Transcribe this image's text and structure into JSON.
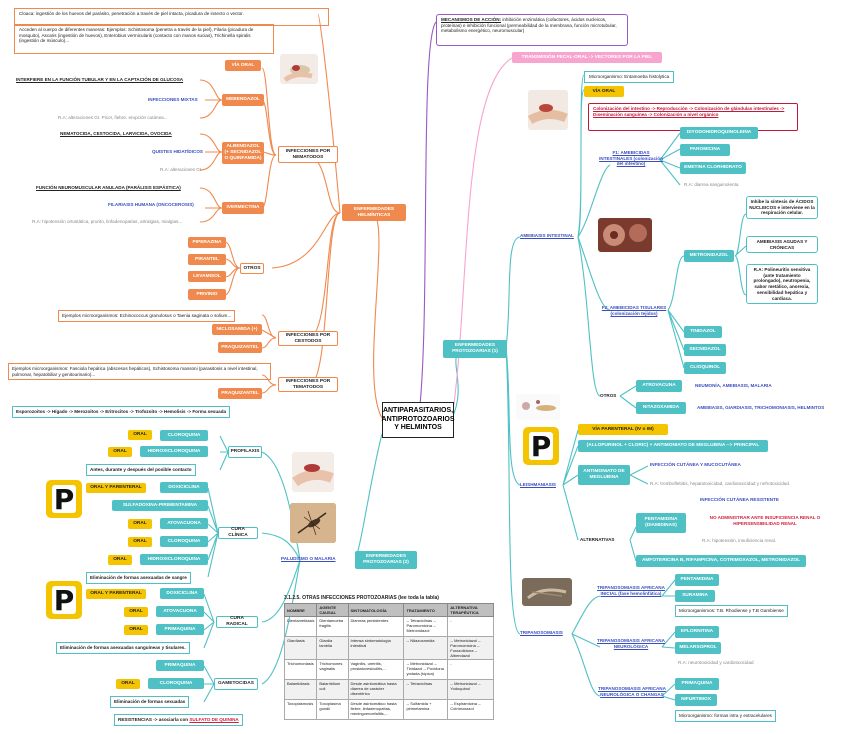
{
  "central": "ANTIPARASITARIOS, ANTIPROTOZOARIOS Y HELMINTOS",
  "colors": {
    "helmint": "#f0894e",
    "protozoa": "#4fc1c5",
    "accent_yellow": "#f5c400",
    "pink": "#f7a4cf",
    "purple": "#9b57c4"
  },
  "helm": {
    "branch": "ENFERMEDADES HELMÍNTICAS",
    "tl_note": "Cloaca: ingestión de los huevos del parásito, penetración a través de piel intacta, picadura de insecto o vector.",
    "tl_note2": "Acceden al cuerpo de diferentes maneras: Ejemplos: Schistosoma (penetra a través de la piel), Filaria (picadura de mosquito), Ascaris (ingestión de huevos), Enterobius vermicularis (contacto con manos sucias), Trichinella spiralis (ingestión de músculo)...",
    "via_oral": "VÍA ORAL",
    "nematodos": "INFECCIONES POR NEMATODOS",
    "mebendazol": "MEBENDAZOL",
    "mebendazol_mech": "INTERFIERE EN LA FUNCIÓN TUBULAR Y EN LA CAPTACIÓN DE GLUCOSA",
    "mebendazol_inf": "INFECCIONES MIXTAS",
    "mebendazol_ra": "R.A: alteraciones GI. Picor, fiebre, erupción cutánea...",
    "albendazol": "ALBENDAZOL (+ SECNIDAZOL O QUINFAMIDA)",
    "albendazol_mech": "NEMATOCIDA, CESTOCIDA, LARVICIDA, OVOCIDA",
    "albendazol_inf": "QUISTES HIDATÍDICOS",
    "albendazol_ra": "R.A: alteraciones GI.",
    "ivermectina": "IVERMECTINA",
    "ivermectina_mech": "FUNCIÓN NEUROMUSCULAR ANULADA (PARÁLISIS ESPÁSTICA)",
    "ivermectina_inf": "FILARIASIS HUMANA (ONCOCEROSIS)",
    "ivermectina_ra": "R.A: hipotensión ortostática, prurito, linfadenopatías, artralgias, mialgias...",
    "otros": "OTROS",
    "otros_items": [
      "PIPERAZINA",
      "PIRANTEL",
      "LEVAMISOL",
      "PRIVINIO"
    ],
    "cestodos": "INFECCIONES POR CESTODOS",
    "cestodos_ex": "Ejemplos microorganismos: Echinococcus granulosus o Taenia saginata o solium...",
    "cestodos_drugs": [
      "NICLOSAMIDA (+)",
      "PRAQUIZANTEL"
    ],
    "trematodos": "INFECCIONES POR TEMATODOS",
    "trematodos_ex": "Ejemplos microorganismos: Fasciola hepática (abscesos hepáticos), Schistosoma mansoni (parasitosis a nivel intestinal, pulmonar, hepatobiliar y genitourinario)...",
    "trematodos_drug": "PRAQUIZANTEL"
  },
  "mechanism": {
    "title": "MECANISMOS DE ACCIÓN:",
    "text": " inhibición enzimática (cofactores, ácidos nucleicos, proteínas) e inhibición funcional (permeabilidad de la membrana, función microtubular, metabolismo energético, neuromuscular)"
  },
  "proto1": {
    "branch": "ENFERMEDADES PROTOZOARIAS (1)",
    "transmission": "TRANSMISIÓN FECAL-ORAL -> VECTORES POR LA PIEL",
    "micro": "Microorganismo: Entamoeba histolytica",
    "via_oral": "VÍA ORAL",
    "amebiasis": "AMEBIASIS INTESTINAL",
    "cycle": "Colonización del intestino -> Reproducción -> Colonización de glándulas intestinales -> Diseminación sanguínea -> Colonización a nivel orgánico",
    "f1": "F1: AMEBICIDAS INTESTINALES (colonización del intestino)",
    "f1_drugs": [
      "DIYODOHIDROQUINOLEINA",
      "PAROMICINA",
      "EMETINA CLORHIDRATO"
    ],
    "f1_ra": "R.A: diarrea sanguinolenta",
    "f2": "F2: AMEBICIDAS TISULARES (colonización tejidos)",
    "metronidazol": "METRONIDAZOL",
    "metro_notes": [
      "Inhibe la síntesis de ÁCIDOS NUCLEICOS e interviene en la respiración celular.",
      "AMEBIASIS AGUDAS Y CRÓNICAS",
      "R.A: Polineuritis sensitiva (ante tratamiento prolongado), neutropenia, sabor metálico, anorexia, sensibilidad hepática y cardiaca."
    ],
    "f2_drugs": [
      "TINIDAZOL",
      "SECNIDAZOL",
      "CLIOQUINOL"
    ],
    "otros": "OTROS",
    "atrovacuna": "ATROVACUNA",
    "atrovacuna_inf": "NEUMONÍA, AMEBIASIS, MALARIA",
    "nitazoxamida": "NITAZOXAMIDA",
    "nitazoxamida_inf": "AMEBIASIS, GIARDIASIS, TRICHOMONIASIS, HELMINTOS",
    "leish": "LEISHMANIASIS",
    "leish_via": "VÍA PARENTERAL (IV o IM)",
    "leish_combo": "(ALLOPURINOL + CLORIC) + ANTIMONIATO DE MEGLUBINA --> PRINCIPAL",
    "antimoniato": "ANTIMONIATO DE MEGLUBINA",
    "antimoniato_inf": "INFECCIÓN CUTÁNEA Y MUCOCUTÁNEA",
    "antimoniato_ra": "R.A: tromboflebitis, hepatotoxicidad, cardiotoxicidad y nefrotoxicidad.",
    "alternativas": "ALTERNATIVAS",
    "pentamidina": "PENTAMIDINA (DIAMIDINAS)",
    "penta_inf": "INFECCIÓN CUTÁNEA RESISTENTE",
    "penta_warn": "NO ADMINISTRAR ANTE INSUFICIENCIA RENAL O HIPERSENSIBILIDAD RENAL",
    "penta_ra": "R.A: hipotensión, insuficiencia renal.",
    "amfo": "AMFOTERICINA B, RIFAMPICINA, COTRIMOXAZOL, METRONIDAZOL",
    "tripano": "TRIPANOSOMIASIS",
    "tripa1": "TRIPANOSOMIASIS AFRICANA INICIAL (fase hemolinfática)",
    "tripa1_drugs": [
      "PENTAMIDINA",
      "SURAMINA"
    ],
    "tripa1_micro": "Microorganismos: T.B. Rhodiense y T.B Gambiense",
    "tripa2": "TRIPANOSOMIASIS AFRICANA NEUROLÓGICA",
    "tripa2_drugs": [
      "EFLORNITINA",
      "MELARSOPROL"
    ],
    "tripa2_ra": "R.A: neurotoxicidad y cardiotoxicidad",
    "tripa3": "TRIPANOSOMIASIS AFRICANA NEUROLÓGICA O CHANGAS",
    "tripa3_drugs": [
      "PRIMAQUINA",
      "NIFURTIMOX"
    ],
    "tripa3_micro": "Microorganismo: formas intra y extracelulares"
  },
  "proto2": {
    "branch": "ENFERMEDADES PROTOZOARIAS (2)",
    "paludismo": "PALUDISMO O MALARIA",
    "cycle": "Esporozoitos -> Hígado -> Merozoitos -> Eritrocitos -> Trofozoito -> Hemolisis -> Forma sexuada",
    "profilaxis": "PROFILAXIS",
    "prof_items": [
      [
        "ORAL",
        "CLOROQUINA"
      ],
      [
        "ORAL",
        "HIDROXICLOROQUINA"
      ]
    ],
    "prof_note": "Antes, durante y después del posible contacto",
    "cura_clinica": "CURA CLÍNICA",
    "cc_items": [
      [
        "ORAL Y PARENTERAL",
        "DOXICICLINA"
      ],
      [
        "",
        "SULFADOXINA-PIRIMENTAMINA"
      ],
      [
        "ORAL",
        "ATOVACUONA"
      ],
      [
        "ORAL",
        "CLOROQUINA"
      ],
      [
        "ORAL",
        "HIDROXICLOROQUINA"
      ]
    ],
    "cc_note": "Eliminación de formas asexuadas de sangre",
    "cura_radical": "CURA RADICAL",
    "cr_items": [
      [
        "ORAL Y PARENTERAL",
        "DOXICICLINA"
      ],
      [
        "ORAL",
        "ATOVACUONA"
      ],
      [
        "ORAL",
        "PRIMAQUINA"
      ]
    ],
    "cr_note": "Eliminación de formas asexuadas sanguíneas y tisulares.",
    "gametocidas": "GAMETOCIDAS",
    "g_items": [
      [
        "",
        "PRIMAQUINA"
      ],
      [
        "ORAL",
        "CLOROQUINA"
      ]
    ],
    "g_note": "Eliminación de formas sexuadas",
    "resist": "RESISTENCIAS -> asociarla con",
    "resist_drug": "SULFATO DE QUININA"
  },
  "table": {
    "caption": "3.1.2.5. OTRAS INFECCIONES PROTOZOARIAS (lee toda la tabla)",
    "headers": [
      "NOMBRE",
      "AGENTE CAUSAL",
      "SINTOMATOLOGÍA",
      "TRATAMIENTO",
      "ALTERNATIVA TERAPÉUTICA"
    ],
    "rows": [
      [
        "Dientamebiasis",
        "Dientamoeba fragilis",
        "Diarreas persistentes",
        "-- Tetraciclinas -- Paromomicina -- Metronidazol",
        "-"
      ],
      [
        "Giardiasis",
        "Giardia lamblia",
        "Intensa sintomatología intestinal",
        "-- Nitazoxamida",
        "-- Metronidazol -- Paromomicina -- Furazolidona -- Albendazol"
      ],
      [
        "Trichomoniasis",
        "Trichomones vaginalis",
        "Vaginitis, uretritis, prostatovesiculitis,...",
        "-- Metronidazol -- Tinidazol -- Povidona yodada (tópica)",
        "-"
      ],
      [
        "Balantidiasis",
        "Balantidium coli",
        "Desde asintomática hasta diarrea de carácter disentérico",
        "-- Tetraciclinas",
        "-- Metronidazol -- Yodoquinol"
      ],
      [
        "Toxoplasmosis",
        "Toxoplasma gondii",
        "Desde asintomático hasta fiebre, linfadenopatías, meningoencefalitis,...",
        "-- Sulfamida + pirimetamina",
        "-- Espiramicina -- Cotrimoxazol"
      ]
    ]
  },
  "icons": [
    "P"
  ]
}
